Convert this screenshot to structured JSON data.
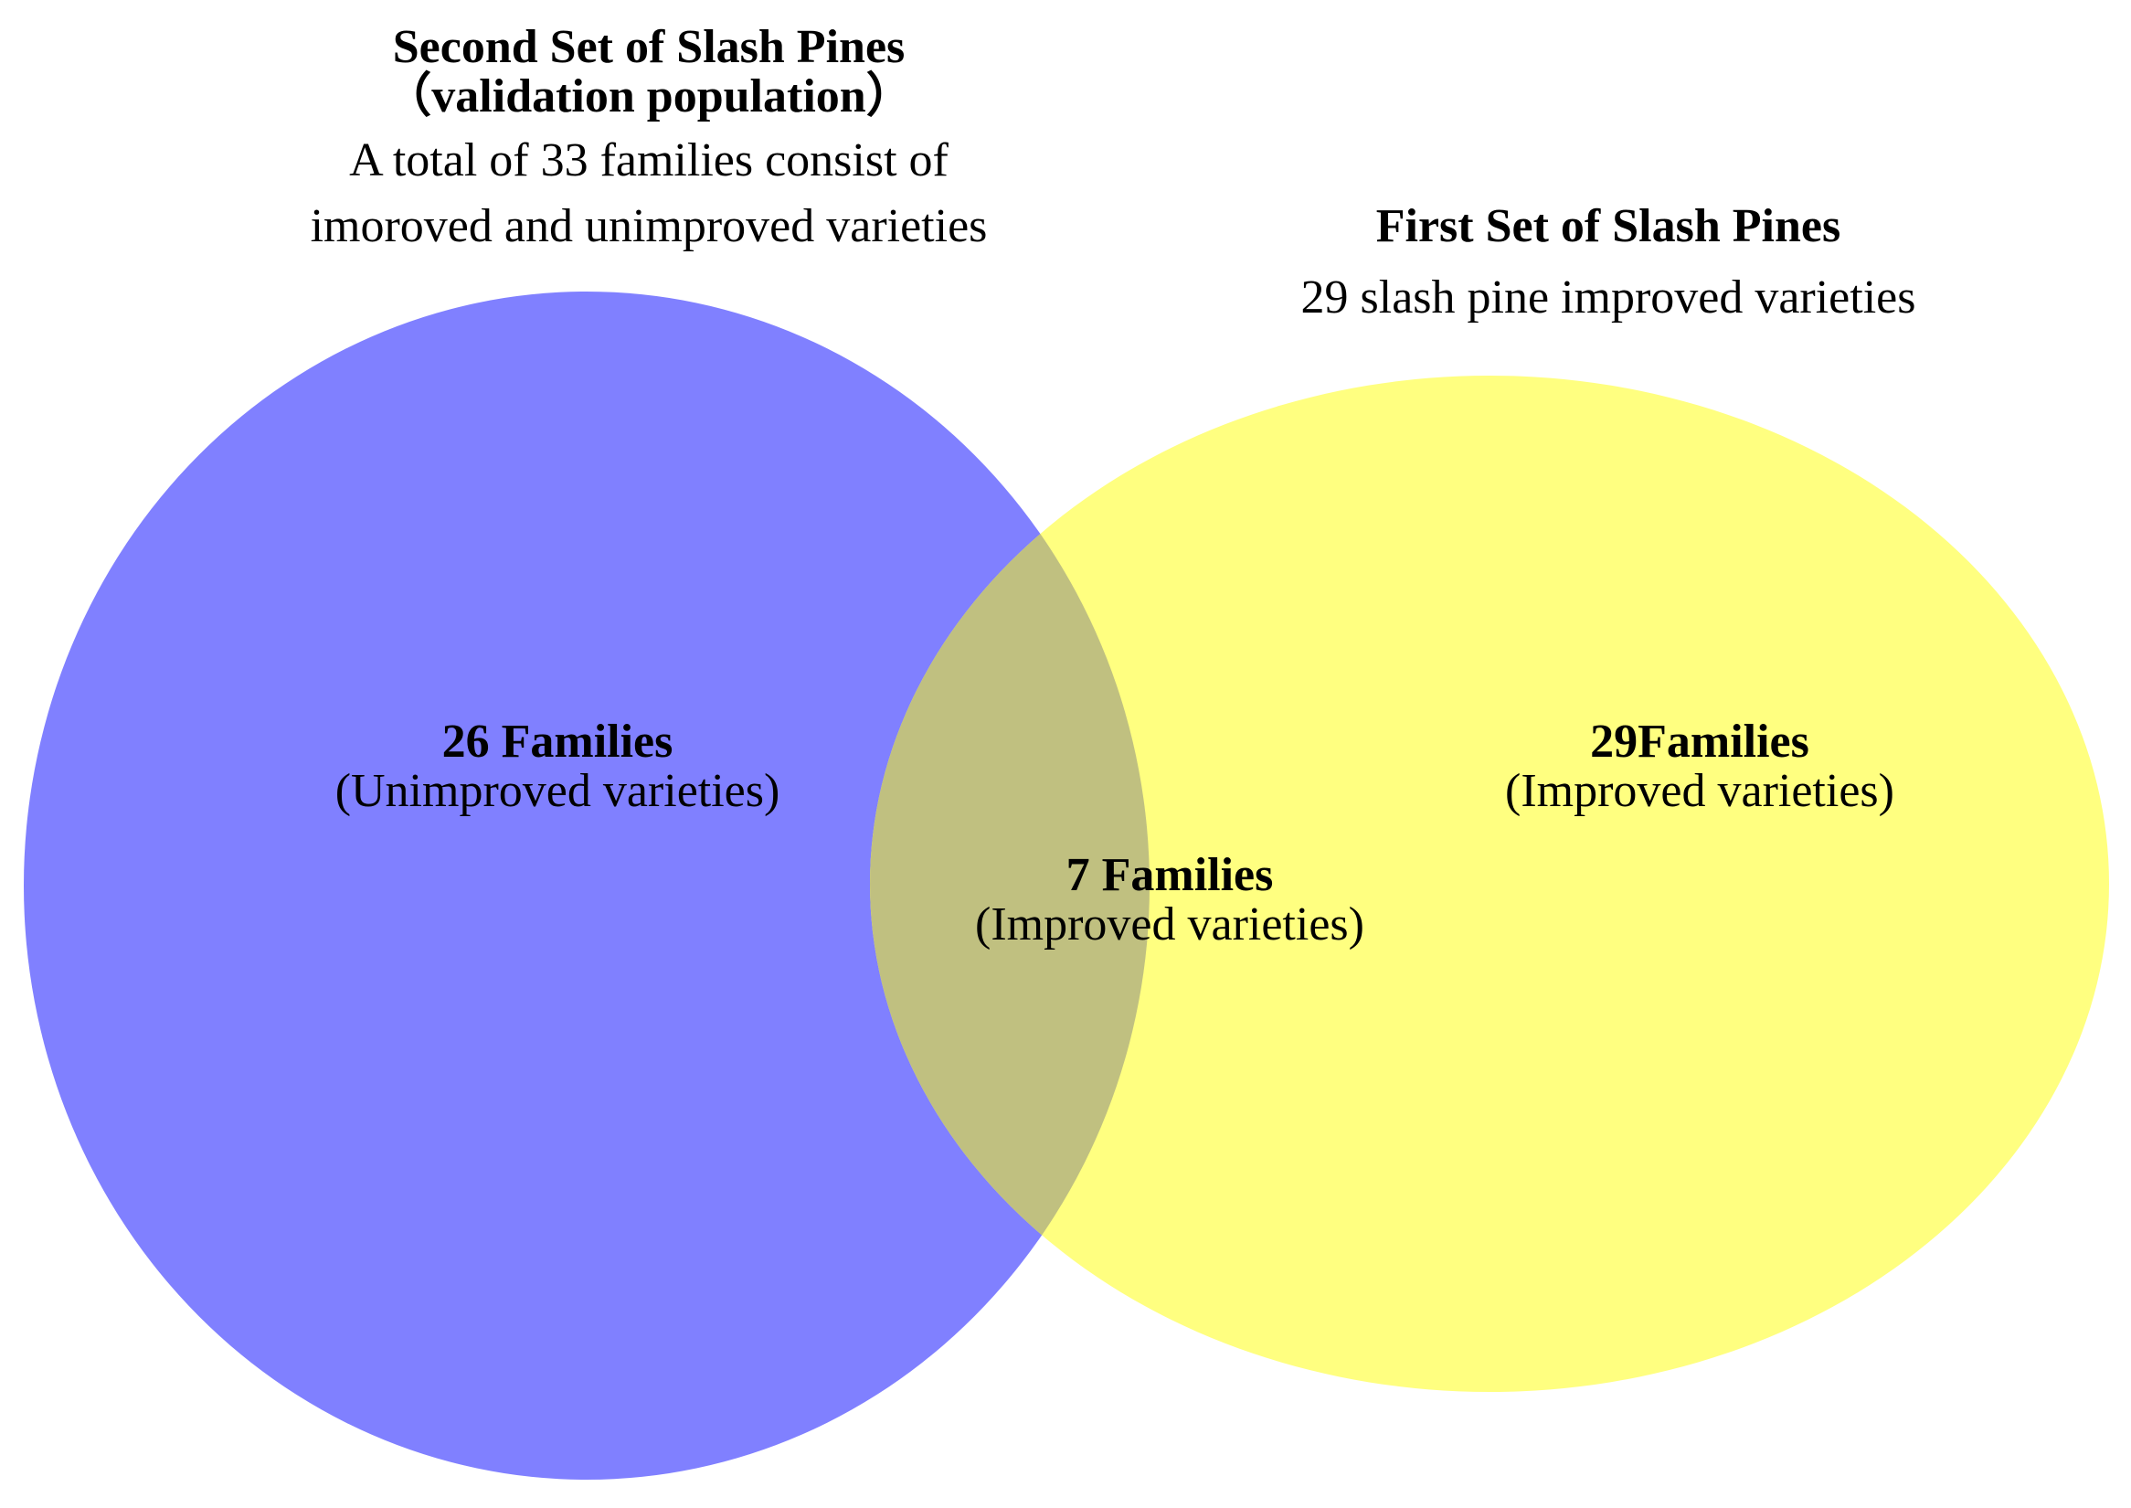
{
  "diagram": {
    "type": "venn",
    "colors": {
      "second_set": "#8080ff",
      "first_set": "#ffff80",
      "overlap": "#c0c080"
    }
  },
  "second_set": {
    "title": "Second Set of Slash Pines",
    "subtitle": "（validation population）",
    "description_line1": "A total of 33 families consist of",
    "description_line2": "imoroved and unimproved varieties"
  },
  "first_set": {
    "title": "First Set of Slash Pines",
    "description": "29 slash pine improved varieties"
  },
  "regions": {
    "second_only": {
      "count": "26 Families",
      "description": "(Unimproved varieties)"
    },
    "overlap": {
      "count": "7 Families",
      "description": "(Improved varieties)"
    },
    "first_only": {
      "count": "29Families",
      "description": "(Improved varieties)"
    }
  }
}
